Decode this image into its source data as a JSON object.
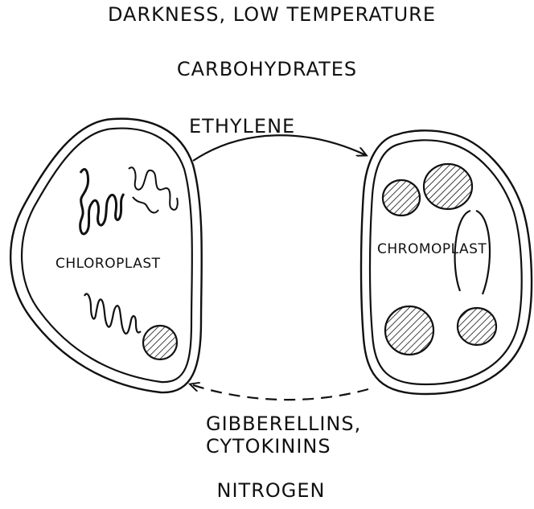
{
  "labels": {
    "top_condition": "DARKNESS, LOW TEMPERATURE",
    "carbohydrates": "CARBOHYDRATES",
    "ethylene": "ETHYLENE",
    "gibberellins_line1": "GIBBERELLINS,",
    "gibberellins_line2": "CYTOKININS",
    "nitrogen": "NITROGEN",
    "chloroplast": "CHLOROPLAST",
    "chromoplast": "CHROMOPLAST"
  },
  "colors": {
    "ink": "#111111",
    "background": "#ffffff"
  }
}
